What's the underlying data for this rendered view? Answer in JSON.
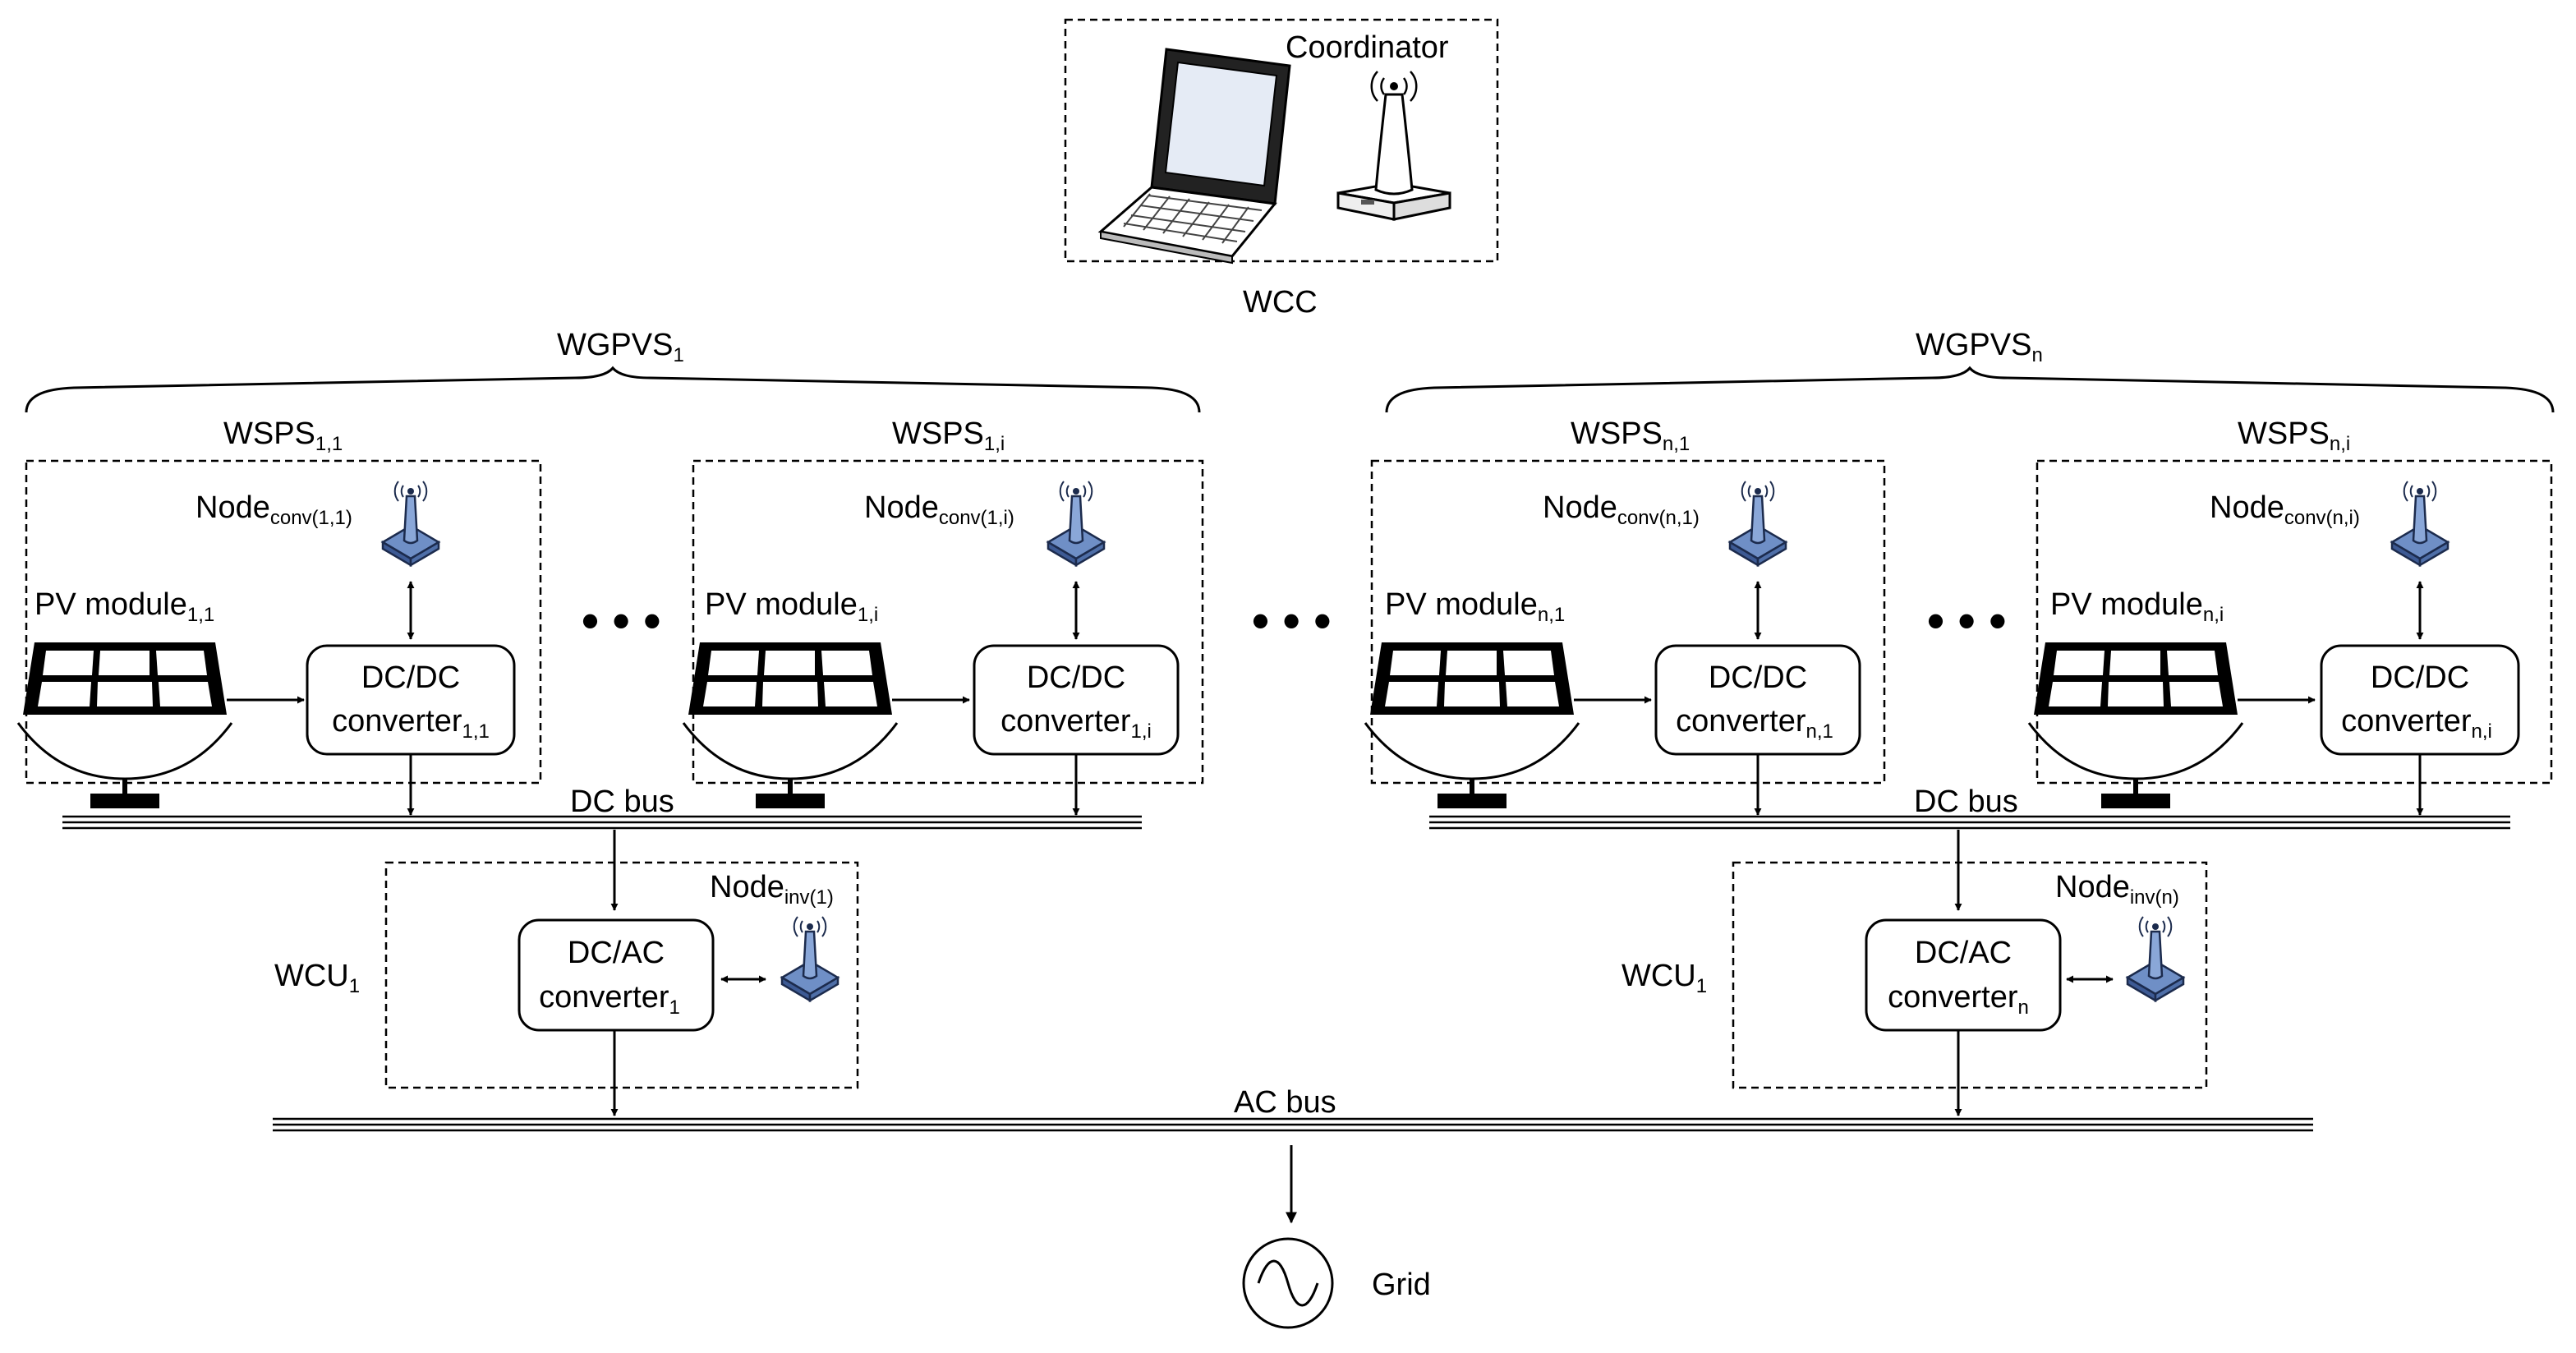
{
  "coordinator": {
    "title": "Coordinator",
    "block_label": "WCC"
  },
  "groups": [
    {
      "label": "WGPVS",
      "label_sub": "1",
      "bus_label": "DC bus",
      "units": [
        {
          "wsps": "WSPS",
          "wsps_sub": "1,1",
          "node": "Node",
          "node_sub": "conv(1,1)",
          "pv": "PV module",
          "pv_sub": "1,1",
          "conv_line1": "DC/DC",
          "conv_line2": "converter",
          "conv_sub": "1,1"
        },
        {
          "wsps": "WSPS",
          "wsps_sub": "1,i",
          "node": "Node",
          "node_sub": "conv(1,i)",
          "pv": "PV module",
          "pv_sub": "1,i",
          "conv_line1": "DC/DC",
          "conv_line2": "converter",
          "conv_sub": "1,i"
        }
      ],
      "inverter": {
        "wcu": "WCU",
        "wcu_sub": "1",
        "node": "Node",
        "node_sub": "inv(1)",
        "conv_line1": "DC/AC",
        "conv_line2": "converter",
        "conv_sub": "1"
      }
    },
    {
      "label": "WGPVS",
      "label_sub": "n",
      "bus_label": "DC bus",
      "units": [
        {
          "wsps": "WSPS",
          "wsps_sub": "n,1",
          "node": "Node",
          "node_sub": "conv(n,1)",
          "pv": "PV module",
          "pv_sub": "n,1",
          "conv_line1": "DC/DC",
          "conv_line2": "converter",
          "conv_sub": "n,1"
        },
        {
          "wsps": "WSPS",
          "wsps_sub": "n,i",
          "node": "Node",
          "node_sub": "conv(n,i)",
          "pv": "PV module",
          "pv_sub": "n,i",
          "conv_line1": "DC/DC",
          "conv_line2": "converter",
          "conv_sub": "n,i"
        }
      ],
      "inverter": {
        "wcu": "WCU",
        "wcu_sub": "1",
        "node": "Node",
        "node_sub": "inv(n)",
        "conv_line1": "DC/AC",
        "conv_line2": "converter",
        "conv_sub": "n"
      }
    }
  ],
  "ellipsis": "• • •",
  "ac_bus_label": "AC bus",
  "grid_label": "Grid",
  "colors": {
    "node_fill": "#8aa7d8",
    "node_stroke": "#1c2b4d",
    "line": "#000000"
  },
  "icons": [
    "laptop-icon",
    "router-icon",
    "solar-panel-icon",
    "wireless-node-icon",
    "ac-source-icon"
  ]
}
